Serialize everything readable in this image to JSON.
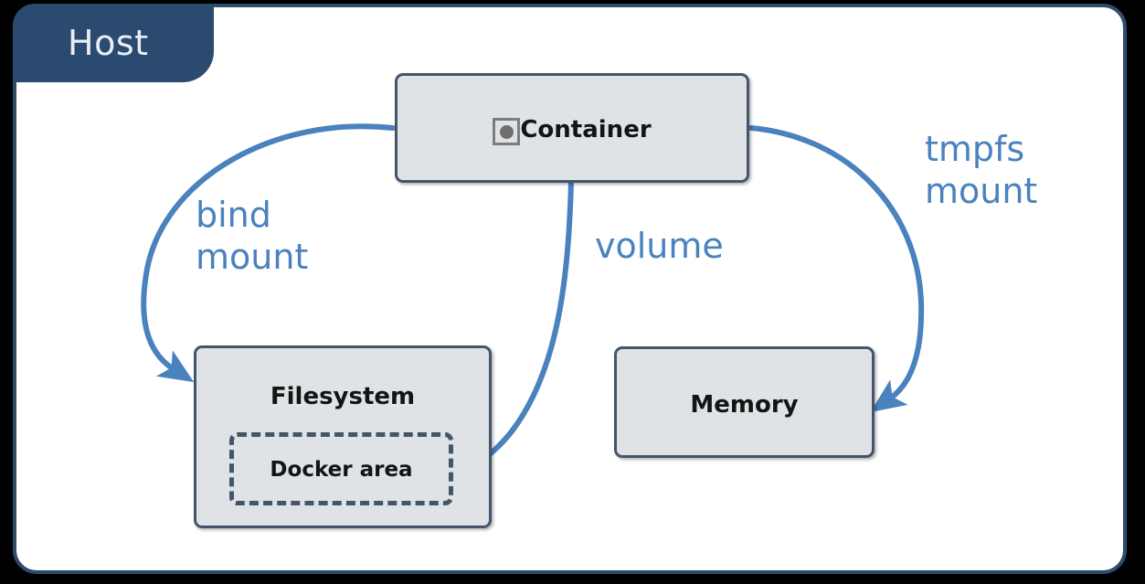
{
  "host": {
    "tab_label": "Host",
    "border_color": "#2e4c6d",
    "tab_color": "#2b4a6f"
  },
  "nodes": {
    "container": {
      "label": "Container",
      "icon": "container-square-dot-icon",
      "fill": "#dfe3e6",
      "stroke": "#44556b"
    },
    "filesystem": {
      "label": "Filesystem",
      "fill": "#dfe3e6",
      "stroke": "#44556b"
    },
    "docker_area": {
      "label": "Docker area",
      "border_style": "dashed",
      "stroke": "#44556b"
    },
    "memory": {
      "label": "Memory",
      "fill": "#dfe3e6",
      "stroke": "#44556b"
    }
  },
  "edges": {
    "bind_mount": {
      "label": "bind\nmount",
      "from": "container",
      "to": "filesystem",
      "color": "#4a82be"
    },
    "volume": {
      "label": "volume",
      "from": "container",
      "to": "docker_area",
      "color": "#4a82be"
    },
    "tmpfs_mount": {
      "label": "tmpfs\nmount",
      "from": "container",
      "to": "memory",
      "color": "#4a82be"
    }
  },
  "colors": {
    "accent_blue": "#4a82be",
    "navy": "#2b4a6f",
    "box_fill": "#dfe3e6",
    "box_stroke": "#44556b",
    "canvas": "#ffffff",
    "outside": "#000000"
  }
}
